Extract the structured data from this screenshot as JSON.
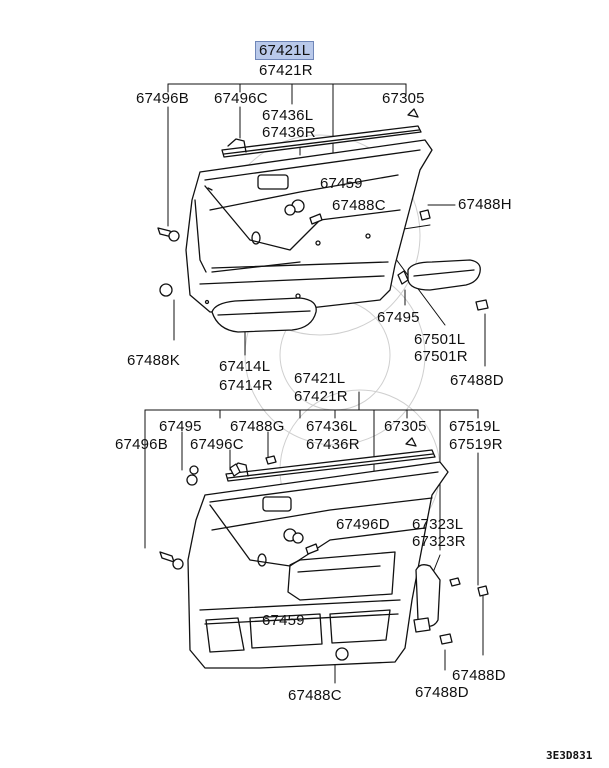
{
  "diagram_code": "3E3D831",
  "top_section": {
    "title_selected": "67421L",
    "title_second": "67421R",
    "labels": {
      "b1": "67496B",
      "c1": "67496C",
      "l36a": "67436L",
      "l36b": "67436R",
      "p305": "67305",
      "p459": "67459",
      "g488c": "67488C",
      "h488": "67488H",
      "k488": "67488K",
      "p495": "67495",
      "l501a": "67501L",
      "l501b": "67501R",
      "l414a": "67414L",
      "l414b": "67414R",
      "d488": "67488D"
    }
  },
  "bottom_section": {
    "title_first": "67421L",
    "title_second": "67421R",
    "labels": {
      "p495": "67495",
      "g488": "67488G",
      "l36a": "67436L",
      "l36b": "67436R",
      "p305": "67305",
      "l519a": "67519L",
      "l519b": "67519R",
      "b496": "67496B",
      "c496": "67496C",
      "d496": "67496D",
      "l323a": "67323L",
      "l323b": "67323R",
      "p459": "67459",
      "d488a": "67488D",
      "d488b": "67488D",
      "c488": "67488C"
    }
  }
}
